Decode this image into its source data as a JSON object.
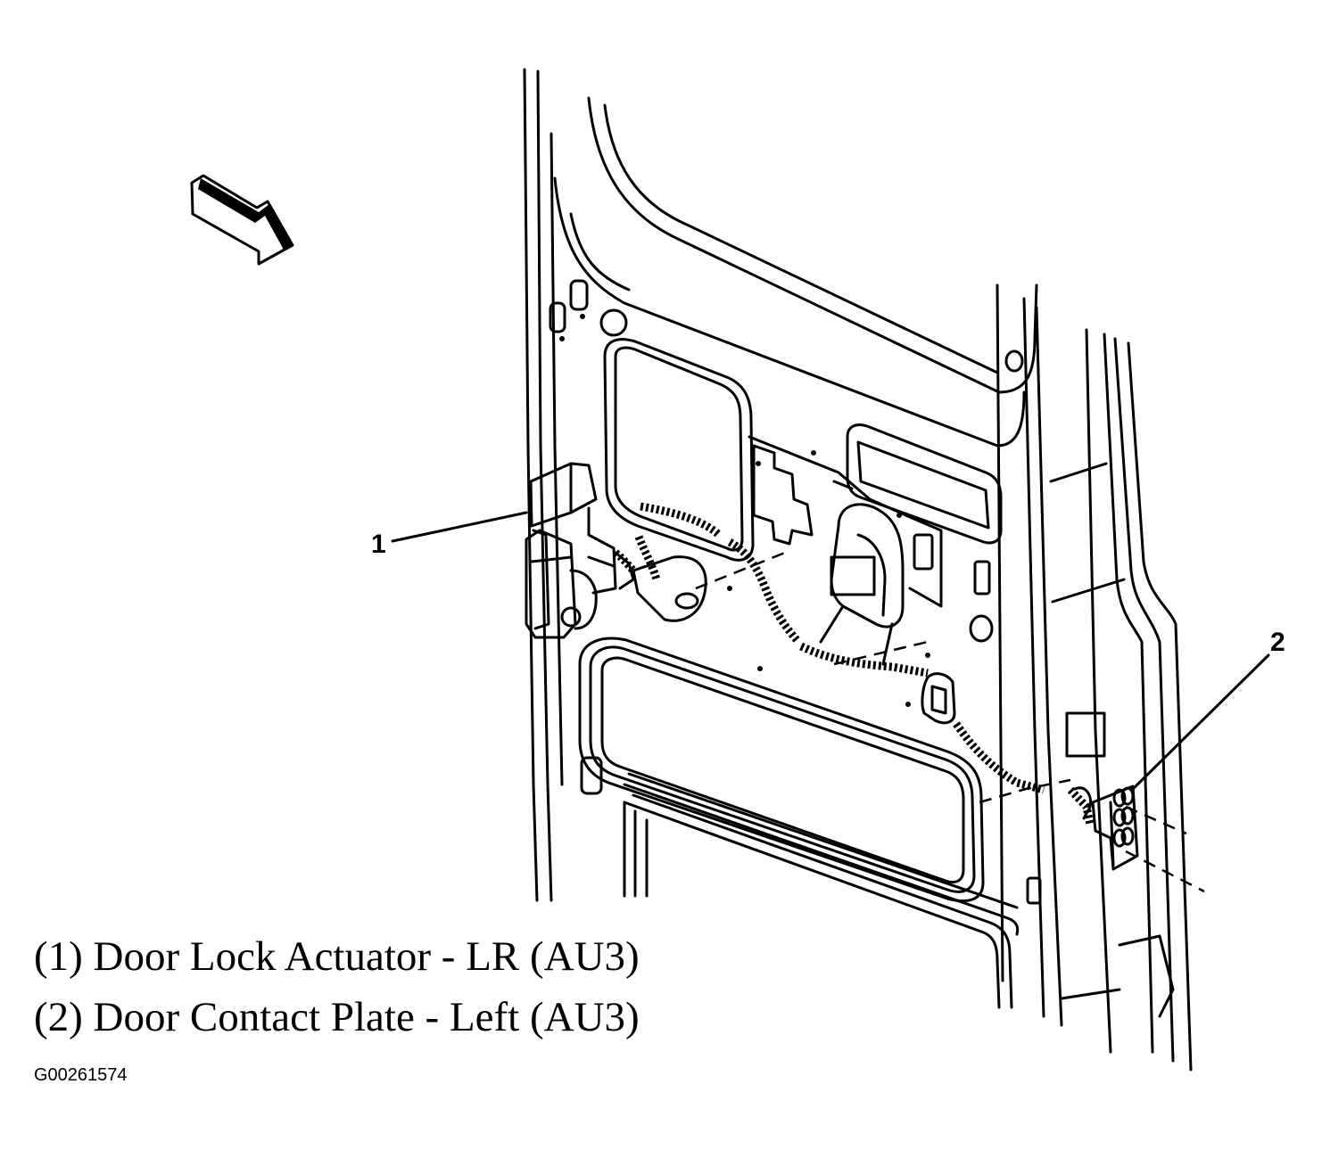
{
  "callouts": [
    {
      "number": "1",
      "label": "(1) Door Lock Actuator - LR (AU3)"
    },
    {
      "number": "2",
      "label": "(2) Door Contact Plate - Left (AU3)"
    }
  ],
  "figure_id": "G00261574",
  "colors": {
    "ink": "#000000",
    "background": "#ffffff"
  },
  "icons": [
    "direction-arrow-icon"
  ]
}
